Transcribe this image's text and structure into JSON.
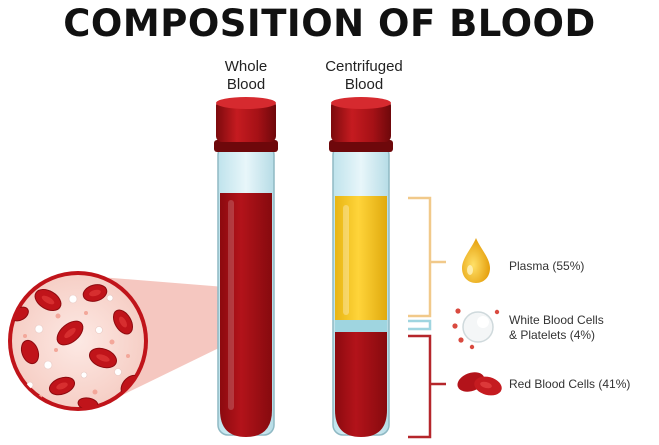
{
  "title": "COMPOSITION OF BLOOD",
  "tubes": {
    "whole": {
      "label_line1": "Whole",
      "label_line2": "Blood"
    },
    "centrifuged": {
      "label_line1": "Centrifuged",
      "label_line2": "Blood"
    }
  },
  "components": [
    {
      "label": "Plasma (55%)",
      "icon": "plasma-drop-icon",
      "color": "#f4c21a",
      "fraction": 0.55
    },
    {
      "label_line1": "White Blood Cells",
      "label_line2": "& Platelets (4%)",
      "icon": "white-cell-icon",
      "color": "#c9e4ea",
      "fraction": 0.04
    },
    {
      "label": "Red Blood Cells (41%)",
      "icon": "red-cell-icon",
      "color": "#a50c12",
      "fraction": 0.41
    }
  ],
  "colors": {
    "blood": "#a50c12",
    "plasma": "#f4c21a",
    "buffy_coat": "#9fd5e0",
    "cap": "#b81418",
    "bracket": "#f1c98a",
    "bracket_red": "#b5262b"
  }
}
